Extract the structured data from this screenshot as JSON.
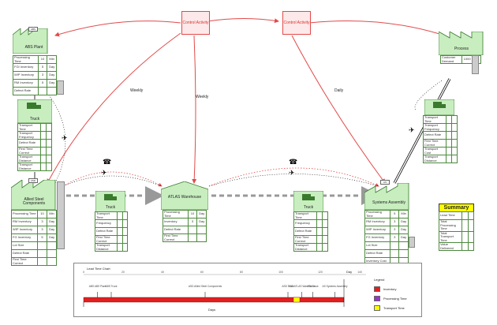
{
  "control_boxes": [
    {
      "id": "control-left",
      "label": "Control Activity"
    },
    {
      "id": "control-right",
      "label": "Control Activity"
    }
  ],
  "schedules": {
    "weekly_left": "Weekly",
    "weekly_mid": "Weekly",
    "daily": "Daily"
  },
  "factories": {
    "abs_plant": {
      "badge": "ABS",
      "name": "ABS Plant",
      "rows": [
        [
          "Processing Time",
          "10",
          "Min"
        ],
        [
          "FGI Inventory",
          "5",
          "Day"
        ],
        [
          "WIP Inventory",
          "3",
          "Day"
        ],
        [
          "RM Inventory",
          "5",
          "Day"
        ],
        [
          "Defect Rate",
          "",
          ""
        ]
      ]
    },
    "process": {
      "badge": "",
      "name": "Process",
      "rows": [
        [
          "Customer Demand",
          "1000",
          "Pcs"
        ]
      ]
    },
    "allied": {
      "badge": "ASD",
      "name": "Allied Steel Components",
      "rows": [
        [
          "Processing Time",
          "10",
          "Min"
        ],
        [
          "RM Inventory",
          "3",
          "Day"
        ],
        [
          "WIP Inventory",
          "3",
          "Day"
        ],
        [
          "FG Inventory",
          "5",
          "Day"
        ],
        [
          "Lot Size",
          "",
          ""
        ],
        [
          "Defect Rate",
          "",
          ""
        ],
        [
          "First Time Correct",
          "",
          ""
        ]
      ]
    },
    "systems": {
      "badge": "AS",
      "name": "Systems Assembly",
      "rows": [
        [
          "Processing Time",
          "5",
          "Min"
        ],
        [
          "RM Inventory",
          "3",
          "Day"
        ],
        [
          "WIP Inventory",
          "3",
          "Day"
        ],
        [
          "FG Inventory",
          "3",
          "Day"
        ],
        [
          "Lot Size",
          "",
          ""
        ],
        [
          "Defect Rate",
          "",
          ""
        ],
        [
          "Inventory Cost",
          "",
          ""
        ]
      ]
    }
  },
  "trucks": {
    "truck1": {
      "name": "Truck",
      "rows": [
        [
          "Transport Time",
          "",
          ""
        ],
        [
          "Transport Frequency",
          "",
          ""
        ],
        [
          "Defect Rate",
          "",
          ""
        ],
        [
          "First Time Correct",
          "",
          ""
        ],
        [
          "Transport Distance",
          "",
          ""
        ],
        [
          "Transport Distance",
          "",
          ""
        ]
      ]
    },
    "truck2": {
      "name": "Truck",
      "rows": [
        [
          "Transport Time",
          "",
          ""
        ],
        [
          "Frequency",
          "",
          ""
        ],
        [
          "Defect Rate",
          "",
          ""
        ],
        [
          "First Time Correct",
          "",
          ""
        ],
        [
          "Transport Distance",
          "",
          ""
        ]
      ]
    },
    "truck3": {
      "name": "Truck",
      "rows": [
        [
          "Transport Time",
          "",
          ""
        ],
        [
          "Frequency",
          "",
          ""
        ],
        [
          "Defect Rate",
          "",
          ""
        ],
        [
          "First Time Correct",
          "",
          ""
        ],
        [
          "Transport Distance",
          "",
          ""
        ]
      ]
    },
    "truck4": {
      "name": "Truck",
      "rows": [
        [
          "Transport Time",
          "",
          ""
        ],
        [
          "Transport Frequency",
          "",
          ""
        ],
        [
          "Defect Rate",
          "",
          ""
        ],
        [
          "First Time Correct",
          "",
          ""
        ],
        [
          "Transport Cost",
          "",
          ""
        ],
        [
          "Transport Distance",
          "",
          ""
        ]
      ]
    }
  },
  "warehouse": {
    "name": "ATLAS Warehouse",
    "rows": [
      [
        "Processing Time",
        "10",
        "Day"
      ],
      [
        "Inventory",
        "3",
        "Day"
      ],
      [
        "Defect Rate",
        "",
        ""
      ],
      [
        "First Time Correct",
        "",
        ""
      ]
    ]
  },
  "summary": {
    "title": "Summary",
    "rows": [
      [
        "Lead Time",
        "",
        ""
      ],
      [
        "Total Processing Time",
        "",
        ""
      ],
      [
        "Total Transport Time",
        "",
        ""
      ],
      [
        "Value Delivered",
        "",
        ""
      ]
    ]
  },
  "timeline": {
    "title": "Lead Time Chart",
    "ticks": [
      "0",
      "20",
      "40",
      "60",
      "80",
      "100",
      "120",
      "140"
    ],
    "labels": [
      {
        "text": "ABS ABS Plant",
        "pos": 0.05
      },
      {
        "text": "ABS Truck",
        "pos": 0.1
      },
      {
        "text": "ASD Allied Steel Components",
        "pos": 0.44
      },
      {
        "text": "ASD Truck",
        "pos": 0.74
      },
      {
        "text": "ASD ATLAS Warehouse",
        "pos": 0.79
      },
      {
        "text": "ATA Truck",
        "pos": 0.83
      },
      {
        "text": "AS Systems Assembly",
        "pos": 0.91
      }
    ],
    "bottom_label": "Days",
    "total_label": "Day"
  },
  "legend": {
    "title": "Legend",
    "items": [
      {
        "label": "Inventory",
        "color": "#e02020"
      },
      {
        "label": "Processing Time",
        "color": "#9933cc"
      },
      {
        "label": "Transport Time",
        "color": "#ffff00"
      }
    ]
  },
  "colors": {
    "factory_fill": "#c8eec0",
    "factory_stroke": "#3a7a2c",
    "control_red": "#e24a4a",
    "flow_grey": "#999999"
  }
}
